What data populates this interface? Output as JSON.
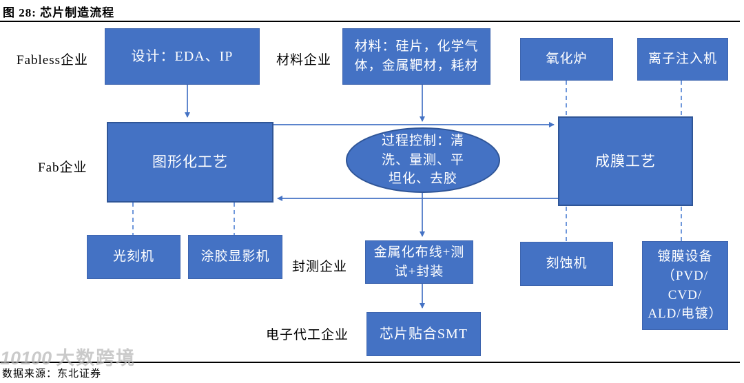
{
  "figure": {
    "title": "图 28:  芯片制造流程",
    "source": "数据来源：东北证券"
  },
  "watermark": {
    "logo": "10100",
    "text": "大数跨境"
  },
  "row_labels": {
    "fabless": "Fabless企业",
    "materials_co": "材料企业",
    "fab": "Fab企业",
    "packaging_test": "封测企业",
    "ems": "电子代工企业"
  },
  "nodes": {
    "design": "设计：EDA、IP",
    "materials": "材料：硅片，化学气\n体，金属靶材，耗材",
    "oxidation_furnace": "氧化炉",
    "ion_implanter": "离子注入机",
    "patterning": "图形化工艺",
    "process_control": "过程控制：清\n洗、量测、平\n坦化、去胶",
    "film_deposition": "成膜工艺",
    "lithography_machine": "光刻机",
    "coater_developer": "涂胶显影机",
    "metallization": "金属化布线+测\n试+封装",
    "etcher": "刻蚀机",
    "coating_equipment": "镀膜设备\n（PVD/\nCVD/\nALD/电镀）",
    "smt": "芯片贴合SMT"
  },
  "colors": {
    "node_fill": "#4472C4",
    "node_border": "#3D64AE",
    "big_node_border": "#2F5597",
    "connector": "#4472C4",
    "dashed_connector": "#4A7DD2",
    "rule": "#000000",
    "text_on_node": "#FFFFFF"
  }
}
